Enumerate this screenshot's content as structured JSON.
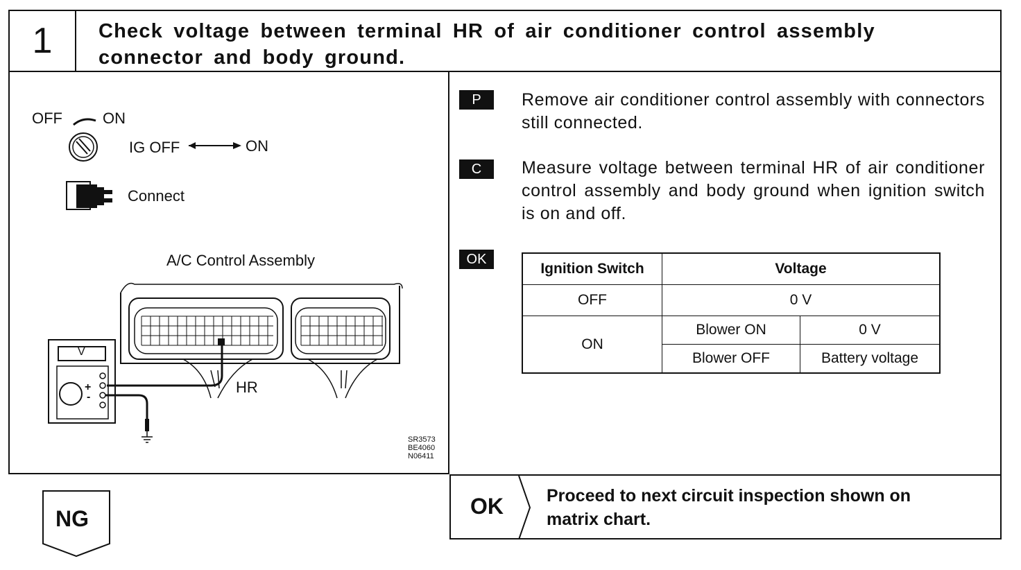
{
  "header": {
    "step_number": "1",
    "title_line1": "Check voltage between terminal HR of air conditioner control assembly",
    "title_line2": "connector and body ground."
  },
  "diagram": {
    "off_label": "OFF",
    "on_label": "ON",
    "ig_off_label": "IG OFF",
    "ig_on_label": "ON",
    "connect_label": "Connect",
    "assembly_label": "A/C Control Assembly",
    "meter_label": "V",
    "plus_label": "+",
    "minus_label": "-",
    "terminal_label": "HR",
    "codes": [
      "SR3573",
      "BE4060",
      "N06411"
    ]
  },
  "steps": [
    {
      "tag": "P",
      "text": "Remove air conditioner control assembly with connectors still connected."
    },
    {
      "tag": "C",
      "text": "Measure voltage between terminal HR of air conditioner control assembly and body ground when ignition switch is on and off."
    },
    {
      "tag": "OK"
    }
  ],
  "table": {
    "header_switch": "Ignition Switch",
    "header_voltage": "Voltage",
    "row_off_switch": "OFF",
    "row_off_voltage": "0 V",
    "row_on_switch": "ON",
    "row_on_sub1": "Blower ON",
    "row_on_sub1_val": "0 V",
    "row_on_sub2": "Blower OFF",
    "row_on_sub2_val": "Battery voltage"
  },
  "result_ok": {
    "label": "OK",
    "text_line1": "Proceed to next circuit inspection shown on",
    "text_line2": "matrix chart."
  },
  "result_ng": {
    "label": "NG"
  }
}
